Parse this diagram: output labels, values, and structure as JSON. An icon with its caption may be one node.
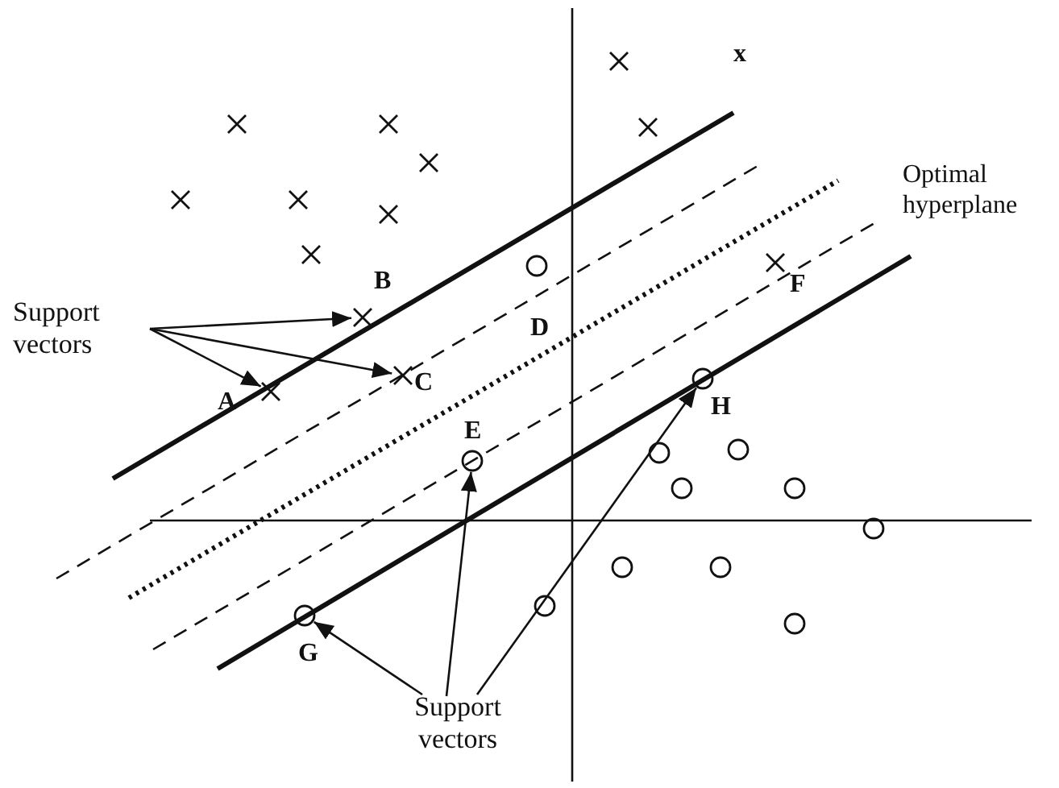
{
  "diagram": {
    "nodes": [
      {
        "text": [
          "Support vectors"
        ]
      },
      {
        "text": [],
        "shape": "cross",
        "beside": [
          "B"
        ]
      },
      {
        "text": [],
        "shape": "cross",
        "beside": [
          "C"
        ]
      },
      {
        "text": [],
        "shape": "cross",
        "beside": [
          "A"
        ]
      },
      {
        "text": [
          "Support vectors"
        ]
      },
      {
        "text": [],
        "shape": "circle",
        "beside": [
          "G"
        ]
      },
      {
        "text": [],
        "shape": "circle",
        "beside": [
          "E"
        ]
      },
      {
        "text": [],
        "shape": "circle",
        "beside": [
          "H"
        ]
      },
      {
        "text": [],
        "shape": "cross"
      },
      {
        "text": [],
        "shape": "cross"
      },
      {
        "text": [],
        "shape": "cross"
      },
      {
        "text": [],
        "shape": "cross"
      },
      {
        "text": [],
        "shape": "cross"
      },
      {
        "text": [],
        "shape": "cross"
      },
      {
        "text": [],
        "shape": "cross"
      },
      {
        "text": [],
        "shape": "cross"
      },
      {
        "text": [],
        "shape": "cross"
      },
      {
        "text": [],
        "shape": "cross",
        "beside": [
          "F"
        ]
      },
      {
        "text": [],
        "shape": "circle",
        "beside": [
          "D"
        ]
      },
      {
        "text": [],
        "shape": "circle"
      },
      {
        "text": [],
        "shape": "circle"
      },
      {
        "text": [],
        "shape": "circle"
      },
      {
        "text": [],
        "shape": "circle"
      },
      {
        "text": [],
        "shape": "circle"
      },
      {
        "text": [],
        "shape": "circle"
      },
      {
        "text": [],
        "shape": "circle"
      },
      {
        "text": [],
        "shape": "circle"
      },
      {
        "text": [],
        "shape": "circle"
      }
    ],
    "edges": [
      {
        "from": 0,
        "to": 1,
        "arrow": "to"
      },
      {
        "from": 0,
        "to": 2,
        "arrow": "to"
      },
      {
        "from": 0,
        "to": 3,
        "arrow": "to"
      },
      {
        "from": 4,
        "to": 5,
        "arrow": "to"
      },
      {
        "from": 4,
        "to": 6,
        "arrow": "to"
      },
      {
        "from": 4,
        "to": 7,
        "arrow": "to"
      }
    ],
    "labels": [
      "x",
      "Optimal hyperplane"
    ]
  }
}
